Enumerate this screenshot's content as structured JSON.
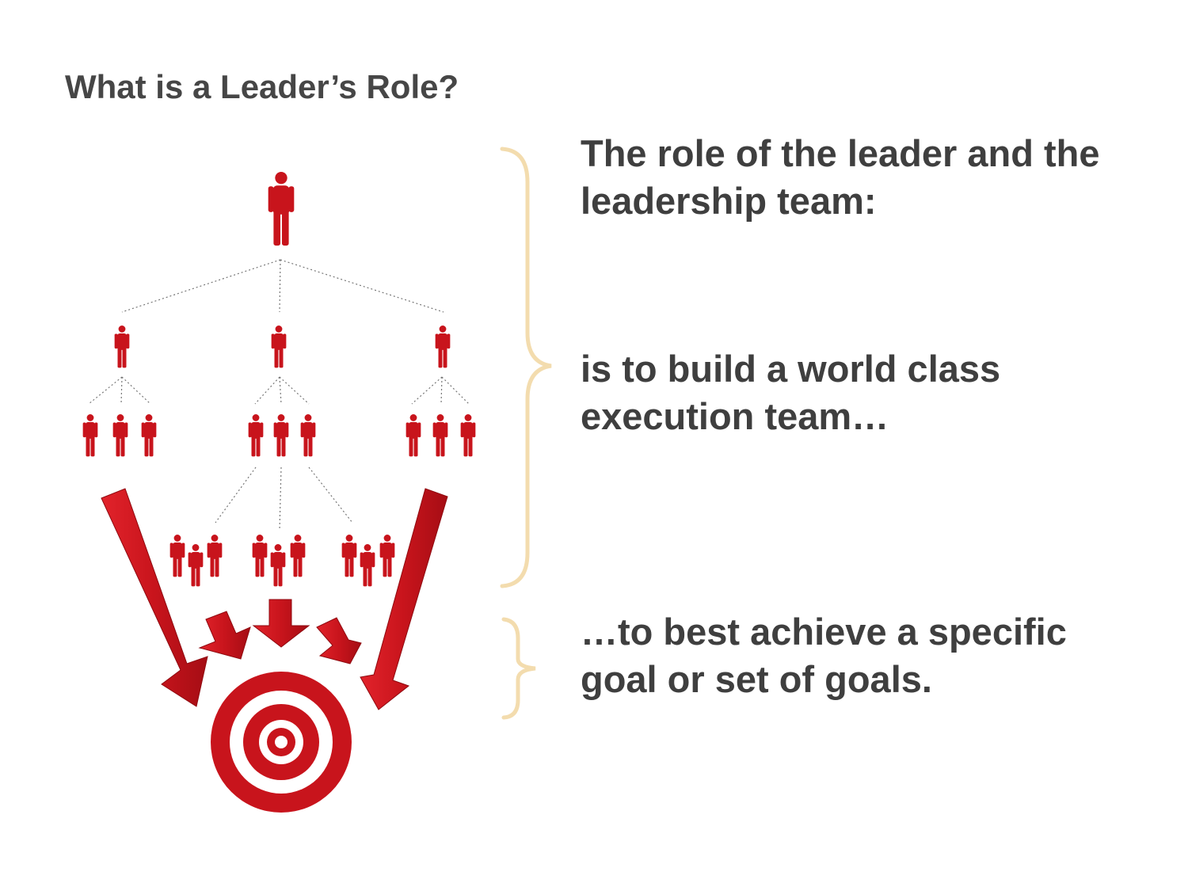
{
  "slide": {
    "title": "What is a Leader’s Role?"
  },
  "statements": {
    "intro": "The role of the leader and the leadership team:",
    "build": "is to build a world class execution team…",
    "goal": "…to best achieve a specific goal or set of goals."
  },
  "colors": {
    "accent_red": "#c8141c",
    "brace": "#f3dcae",
    "text": "#3f3f3f"
  },
  "icons": {
    "people": "person-icon",
    "target": "target-icon",
    "arrows": "arrow-down-icon"
  }
}
